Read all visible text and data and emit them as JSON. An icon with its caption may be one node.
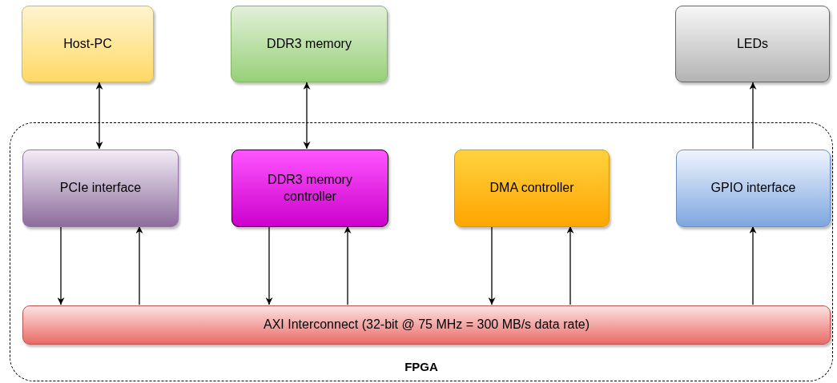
{
  "diagram": {
    "nodes": [
      {
        "text": [
          "FPGA"
        ]
      },
      {
        "text": [
          "Host-PC"
        ]
      },
      {
        "text": [
          "DDR3 memory"
        ]
      },
      {
        "text": [
          "LEDs"
        ]
      },
      {
        "text": [
          "PCIe interface"
        ],
        "in": 0
      },
      {
        "text": [
          "DDR3 memory controller"
        ],
        "in": 0
      },
      {
        "text": [
          "DMA controller"
        ],
        "in": 0
      },
      {
        "text": [
          "GPIO interface"
        ],
        "in": 0
      },
      {
        "text": [
          "AXI Interconnect (32-bit @ 75 MHz = 300 MB/s data rate)"
        ],
        "in": 0
      }
    ],
    "edges": [
      {
        "from": 1,
        "to": 4,
        "arrow": "both"
      },
      {
        "from": 2,
        "to": 5,
        "arrow": "both"
      },
      {
        "from": 7,
        "to": 3,
        "arrow": "to"
      },
      {
        "from": 4,
        "to": 8,
        "arrow": "to"
      },
      {
        "from": 8,
        "to": 4,
        "arrow": "to"
      },
      {
        "from": 5,
        "to": 8,
        "arrow": "to"
      },
      {
        "from": 8,
        "to": 5,
        "arrow": "to"
      },
      {
        "from": 6,
        "to": 8,
        "arrow": "to"
      },
      {
        "from": 8,
        "to": 6,
        "arrow": "to"
      },
      {
        "from": 8,
        "to": 7,
        "arrow": "to"
      }
    ]
  }
}
